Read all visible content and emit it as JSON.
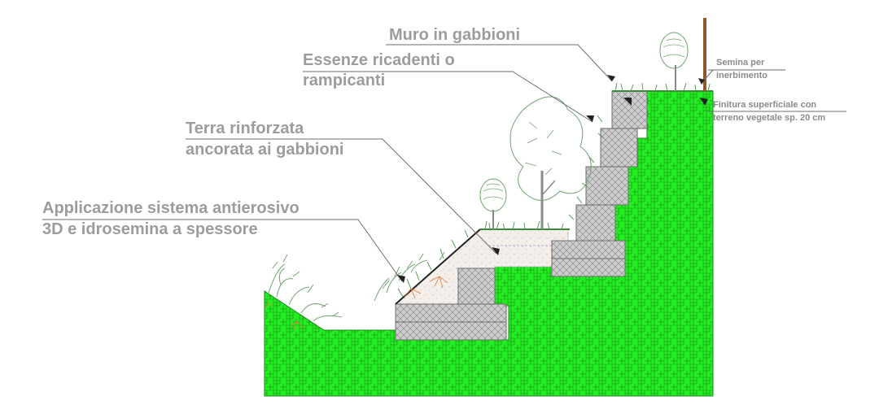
{
  "labels": {
    "muro": "Muro in gabbioni",
    "essenze_1": "Essenze ricadenti o",
    "essenze_2": "rampicanti",
    "terra_1": "Terra rinforzata",
    "terra_2": "ancorata ai gabbioni",
    "applicazione_1": "Applicazione sistema antierosivo",
    "applicazione_2": "3D e idrosemina a spessore",
    "semina_1": "Semina per",
    "semina_2": "inerbimento",
    "finitura_1": "Finitura superficiale con",
    "finitura_2": "terreno vegetale sp. 20 cm"
  },
  "colors": {
    "ground": "#22ee22",
    "ground_pattern": "#1a9a1a",
    "gabion": "#c9c9c9",
    "gabion_mesh": "#8c8c8c",
    "reinforced_earth": "#f3eeea",
    "vegetation": "#6fa36f",
    "label_text": "#9c9c9c",
    "pole": "#8b5a2b"
  },
  "icons": [
    "tree-icon",
    "shrub-icon",
    "gabion-block",
    "pole-icon"
  ]
}
